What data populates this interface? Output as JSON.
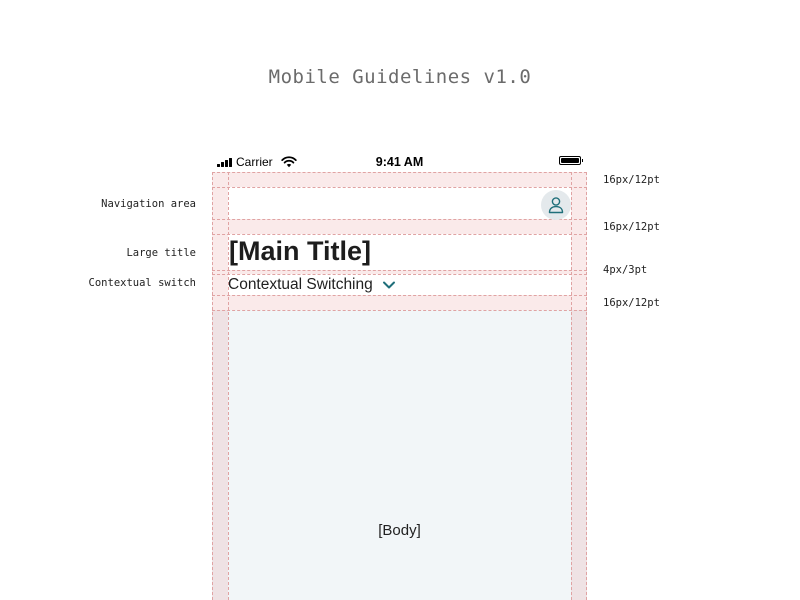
{
  "document": {
    "title": "Mobile Guidelines v1.0"
  },
  "annotations": {
    "left": {
      "navigation_area": "Navigation area",
      "large_title": "Large title",
      "contextual_switch": "Contextual switch"
    },
    "right": {
      "nav_top_spacing": "16px/12pt",
      "nav_bottom_spacing": "16px/12pt",
      "title_switch_spacing": "4px/3pt",
      "switch_bottom_spacing": "16px/12pt"
    }
  },
  "status_bar": {
    "carrier": "Carrier",
    "time": "9:41 AM",
    "icons": [
      "signal-icon",
      "wifi-icon",
      "battery-icon"
    ]
  },
  "navigation": {
    "avatar_icon": "user-icon"
  },
  "header": {
    "title": "[Main Title]",
    "contextual_switch_label": "Contextual Switching",
    "contextual_switch_icon": "chevron-down-icon"
  },
  "body": {
    "label": "[Body]"
  },
  "colors": {
    "padding_overlay": "#f3d8d8",
    "guide_dashes": "#e0a3a3",
    "body_background": "#f2f6f8",
    "accent": "#1f6f7a",
    "avatar_background": "#e4e9ec"
  }
}
